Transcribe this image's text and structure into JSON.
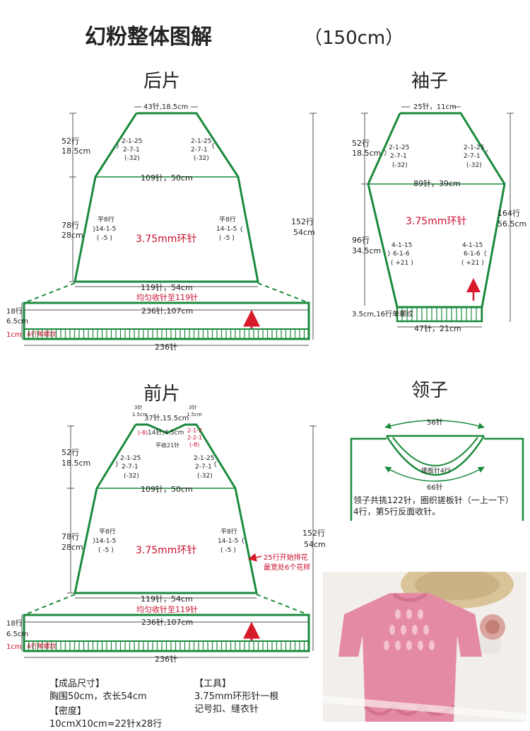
{
  "title": "幻粉整体图解",
  "title_size": "（150cm）",
  "colors": {
    "pattern_line": "#1a8a3c",
    "annotation": "#c8102e",
    "arrow": "#d61a2a",
    "sweater": "#e58aa4"
  },
  "back": {
    "heading": "后片",
    "top_width": "43针,18.5cm",
    "raglan_rows": "52行",
    "raglan_cm": "18.5cm",
    "raglan_dec_left": [
      "2-1-25",
      "2-7-1",
      "(-32)"
    ],
    "raglan_dec_right": [
      "2-1-25",
      "2-7-1",
      "(-32)"
    ],
    "chest_width": "109针，50cm",
    "body_rows": "78行",
    "body_cm": "28cm",
    "side_dec_left": [
      "平8行",
      "14-1-5",
      "( -5 )"
    ],
    "side_dec_right": [
      "平8行",
      "14-1-5",
      "( -5 )"
    ],
    "needle": "3.75mm环针",
    "total_rows": "152行",
    "total_cm": "54cm",
    "hem_width": "119针，54cm",
    "hem_note": "均匀收针至119针",
    "band_width": "236针,107cm",
    "band_rows": "18行",
    "band_cm": "6.5cm",
    "rib_cm": "1cm",
    "rib_note": "4行单螺纹",
    "bottom": "236针"
  },
  "sleeve": {
    "heading": "袖子",
    "top_width": "25针，11cm",
    "cap_rows": "52行",
    "cap_cm": "18.5cm",
    "cap_dec_left": [
      "2-1-25",
      "2-7-1",
      "(-32)"
    ],
    "cap_dec_right": [
      "2-1-25",
      "2-7-1",
      "(-32)"
    ],
    "upper_width": "89针，39cm",
    "needle": "3.75mm环针",
    "total_rows": "164行",
    "total_cm": "56.5cm",
    "arm_rows": "96行",
    "arm_cm": "34.5cm",
    "inc_left": [
      "4-1-15",
      "6-1-6",
      "( +21 )"
    ],
    "inc_right": [
      "4-1-15",
      "6-1-6",
      "( +21 )"
    ],
    "cuff": "3.5cm,16行单螺纹",
    "bottom": "47针，21cm"
  },
  "front": {
    "heading": "前片",
    "neck_side_left": [
      "3针",
      "1.5cm"
    ],
    "neck_side_right": [
      "3针",
      "1.5cm"
    ],
    "top_width": "37针,15.5cm",
    "neck_width": "14针,4.5cm",
    "neck_dec_left": [
      "(-8)",
      "",
      ""
    ],
    "neck_dec_right": [
      "2-1-2",
      "2-2-1",
      "(-8)"
    ],
    "neck_flat": "平收21针",
    "raglan_rows": "52行",
    "raglan_cm": "18.5cm",
    "raglan_dec_left": [
      "2-1-25",
      "2-7-1",
      "(-32)"
    ],
    "raglan_dec_right": [
      "2-1-25",
      "2-7-1",
      "(-32)"
    ],
    "chest_width": "109针，50cm",
    "body_rows": "78行",
    "body_cm": "28cm",
    "side_dec_left": [
      "平8行",
      "14-1-5",
      "( -5 )"
    ],
    "side_dec_right": [
      "平8行",
      "14-1-5",
      "( -5 )"
    ],
    "needle": "3.75mm环针",
    "pattern_note_1": "25行开始排花",
    "pattern_note_2": "最宽处6个花样",
    "total_rows": "152行",
    "total_cm": "54cm",
    "hem_width": "119针，54cm",
    "hem_note": "均匀收针至119针",
    "band_width": "236针,107cm",
    "band_rows": "18行",
    "band_cm": "6.5cm",
    "rib_cm": "1cm",
    "rib_note": "4行单螺纹",
    "bottom": "236针"
  },
  "collar": {
    "heading": "领子",
    "top": "56针",
    "inner": "搓板针4行",
    "bottom": "66针",
    "desc_1": "领子共挑122针，圈织搓板针（一上一下）",
    "desc_2": "4行，第5行反面收针。"
  },
  "notes": {
    "size_heading": "【成品尺寸】",
    "size_text": "胸围50cm，衣长54cm",
    "density_heading": "【密度】",
    "density_text": "10cmX10cm=22针x28行",
    "tools_heading": "【工具】",
    "tools_text_1": "3.75mm环形针一根",
    "tools_text_2": "记号扣、缝衣针"
  }
}
